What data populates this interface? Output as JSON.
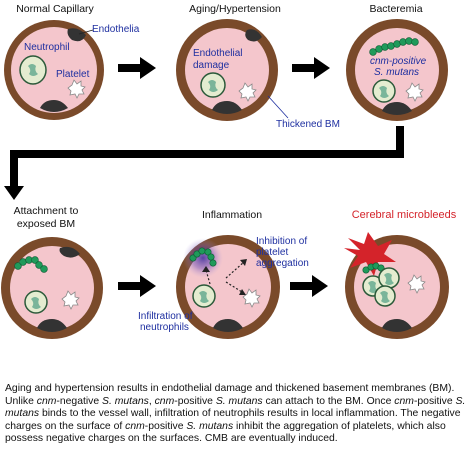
{
  "titles": {
    "normal": "Normal Capillary",
    "aging": "Aging/Hypertension",
    "bacteremia": "Bacteremia",
    "attachment_l1": "Attachment to",
    "attachment_l2": "exposed BM",
    "inflammation": "Inflammation",
    "cmb": "Cerebral microbleeds"
  },
  "labels": {
    "endothelia": "Endothelia",
    "neutrophil": "Neutrophil",
    "platelet": "Platelet",
    "endo_damage_l1": "Endothelial",
    "endo_damage_l2": "damage",
    "thickened_bm": "Thickened BM",
    "cnm_positive_l1": "cnm-positive",
    "cnm_positive_l2": "S. mutans",
    "inhibition_l1": "Inhibition of",
    "inhibition_l2": "platelet",
    "inhibition_l3": "aggregation",
    "infiltration_l1": "Infiltration of",
    "infiltration_l2": "neutrophils"
  },
  "caption": {
    "s1": "Aging and hypertension results in endothelial damage and thickened basement membranes (BM). Unlike ",
    "s2": "cnm",
    "s3": "-negative ",
    "s4": "S. mutans",
    "s5": ", ",
    "s6": "cnm",
    "s7": "-positive ",
    "s8": "S. mutans",
    "s9": " can attach to the BM. Once ",
    "s10": "cnm",
    "s11": "-positive ",
    "s12": "S. mutans",
    "s13": " binds to the vessel wall, infiltration of neutrophils results in local inflammation. The negative charges on the surface of ",
    "s14": "cnm",
    "s15": "-positive ",
    "s16": "S. mutans",
    "s17": " inhibit the aggregation of platelets, which also possess negative charges on the surfaces. CMB are eventually induced."
  },
  "colors": {
    "wall": "#7a4a2a",
    "lumen": "#f4c6cc",
    "bacteria": "#1f9a5a",
    "accent_red": "#d4232a",
    "label_blue": "#1e2fa0"
  }
}
